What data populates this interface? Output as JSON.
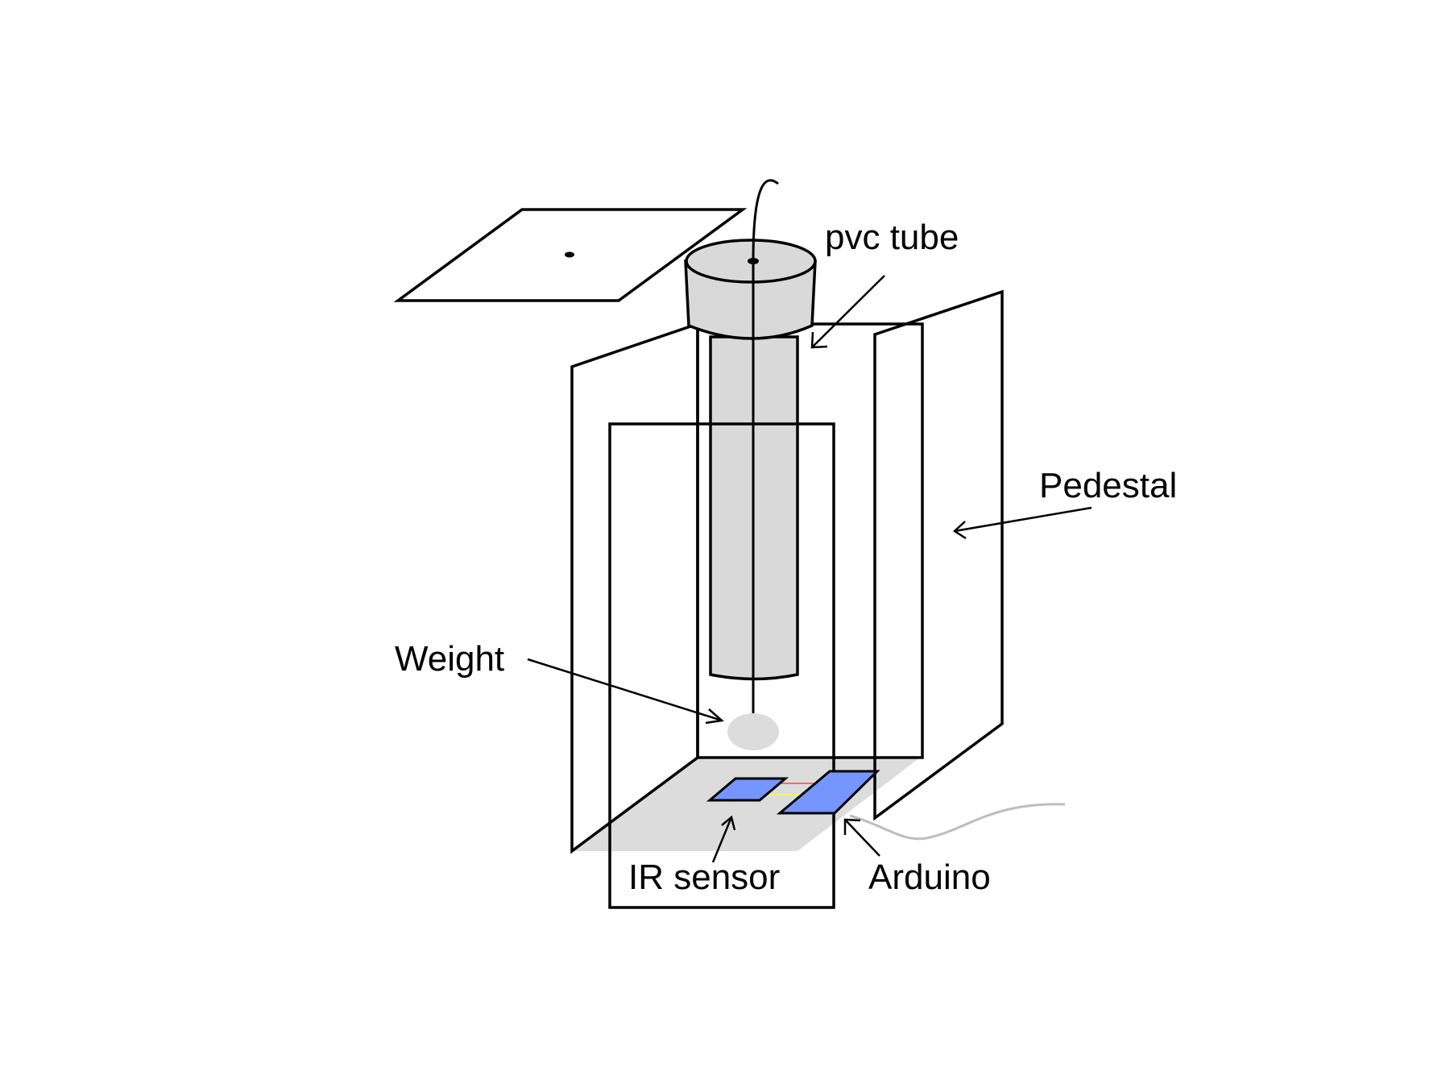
{
  "labels": {
    "pvc_tube": "pvc tube",
    "pedestal": "Pedestal",
    "weight": "Weight",
    "ir_sensor": "IR sensor",
    "arduino": "Arduino"
  },
  "colors": {
    "outline": "#000000",
    "tube_fill": "#d9d9d9",
    "floor_fill": "#dcdcdc",
    "weight_fill": "#dcdcdc",
    "board_fill": "#7596ff",
    "cable": "#bdbdbd",
    "wire_red": "#ff6a6a",
    "wire_yellow": "#f2f27a",
    "background": "#ffffff"
  }
}
